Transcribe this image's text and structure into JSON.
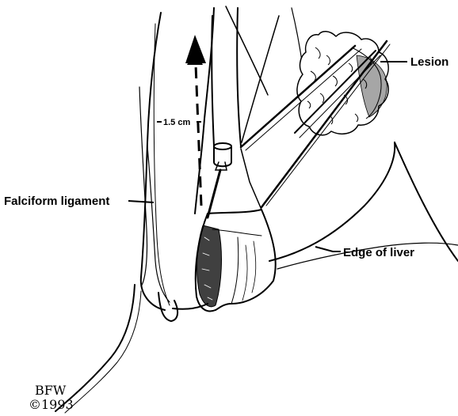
{
  "labels": {
    "lesion": "Lesion",
    "edge_of_liver": "Edge of liver",
    "falciform_ligament": "Falciform ligament",
    "measurement": "1.5 cm"
  },
  "signature": {
    "initials": "BFW",
    "year": "©1993"
  },
  "colors": {
    "ink": "#000000",
    "background": "#ffffff"
  }
}
